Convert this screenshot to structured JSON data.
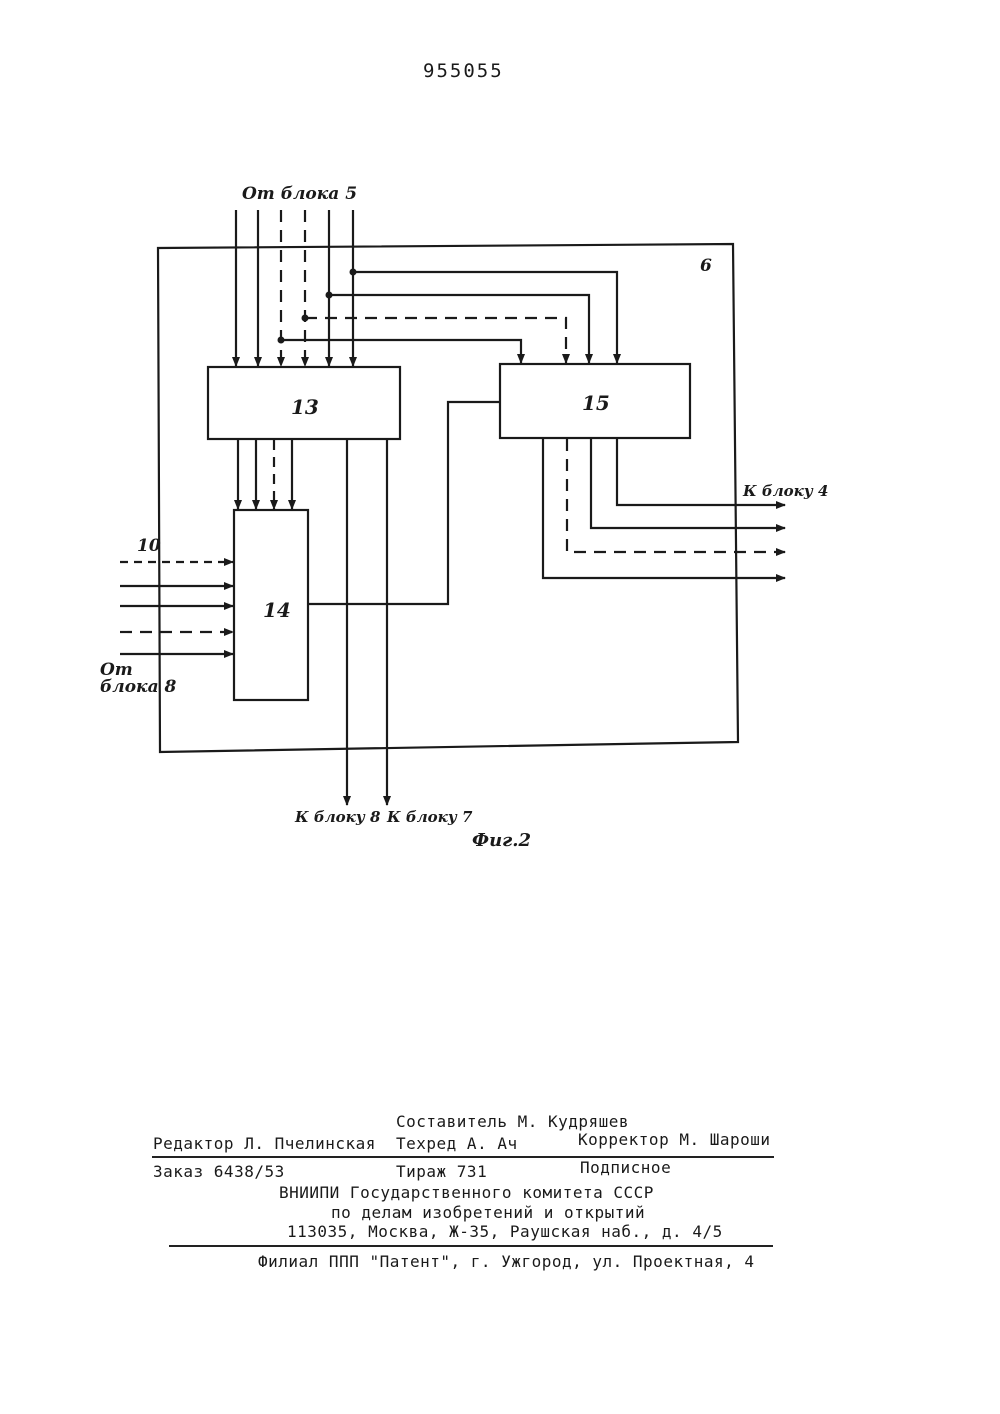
{
  "patent_number": "955055",
  "figure": {
    "caption": "Фиг.2",
    "outer_block_label": "6",
    "blocks": {
      "b13": "13",
      "b14": "14",
      "b15": "15"
    },
    "labels": {
      "from_block_5": "От блока 5",
      "input_10": "10",
      "from_block_8_line1": "От",
      "from_block_8_line2": "блока 8",
      "to_block_4": "К блоку 4",
      "to_block_8": "К блоку 8",
      "to_block_7": "К блоку 7"
    }
  },
  "footer": {
    "compiler": "Составитель М. Кудряшев",
    "editor": "Редактор Л. Пчелинская",
    "techred": "Техред А. Ач",
    "corrector": "Корректор М. Шароши",
    "order": "Заказ 6438/53",
    "circulation": "Тираж 731",
    "subscription": "Подписное",
    "org_line1": "ВНИИПИ Государственного комитета СССР",
    "org_line2": "по делам изобретений и открытий",
    "address": "113035, Москва, Ж-35, Раушская наб., д. 4/5",
    "branch": "Филиал ППП \"Патент\", г. Ужгород, ул. Проектная, 4"
  }
}
